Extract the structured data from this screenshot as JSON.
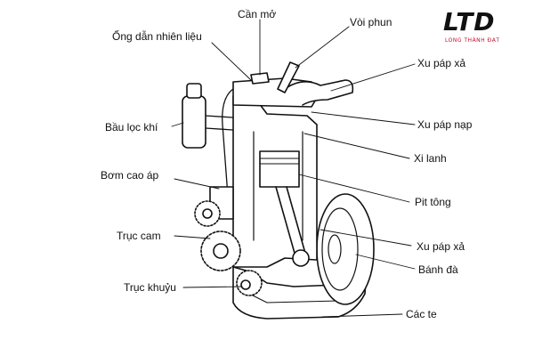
{
  "logo": {
    "main": "LTD",
    "sub": "LONG THÀNH ĐẠT",
    "accent_color": "#c8102e"
  },
  "labels": {
    "can_mo": "Cần mở",
    "ong_dan_nhien_lieu": "Ống dẫn nhiên liệu",
    "voi_phun": "Vòi phun",
    "xu_pap_xa_top": "Xu páp xả",
    "bau_loc_khi": "Bầu lọc khí",
    "xu_pap_nap": "Xu páp nạp",
    "xi_lanh": "Xi lanh",
    "bom_cao_ap": "Bơm cao áp",
    "pit_tong": "Pit tông",
    "truc_cam": "Trục cam",
    "xu_pap_xa_bottom": "Xu páp xả",
    "banh_da": "Bánh đà",
    "truc_khuyu": "Trục khuỷu",
    "cac_te": "Các te"
  }
}
